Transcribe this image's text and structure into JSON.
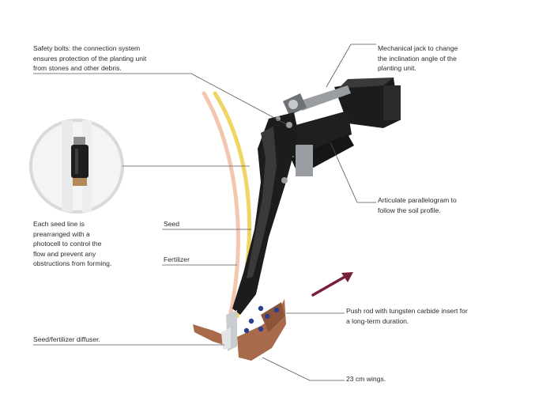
{
  "labels": {
    "safety_bolts": "Safety bolts: the connection system\nensures protection of the planting unit\nfrom stones and other debris.",
    "mechanical_jack": "Mechanical jack to change\nthe inclination angle of the\nplanting unit.",
    "parallelogram": "Articulate parallelogram to\nfollow the soil profile.",
    "seed_line": "Each seed line is\nprearranged with a\nphotocell to control the\nflow and prevent any\nobstructions from forming.",
    "seed": "Seed",
    "fertilizer": "Fertilizer",
    "push_rod": "Push rod with tungsten carbide insert for\na long-term duration.",
    "diffuser": "Seed/fertilizer diffuser.",
    "wings": "23 cm wings."
  },
  "colors": {
    "background": "#ffffff",
    "text": "#2b2b2b",
    "leader_line": "#555555",
    "frame": "#1c1c1c",
    "frame_highlight": "#3a3a3a",
    "steel": "#9a9ea3",
    "seed_tube": "#f1d562",
    "fertilizer_tube": "#f4c6b0",
    "wings_copper": "#a86a4b",
    "arrow": "#7a1f3a",
    "bolt_blue": "#2a3f8f",
    "photocell_ring": "#d9d9d9"
  },
  "icons": {
    "direction_arrow": "arrow-up-right-icon",
    "photocell_detail": "photocell-sensor-icon"
  }
}
